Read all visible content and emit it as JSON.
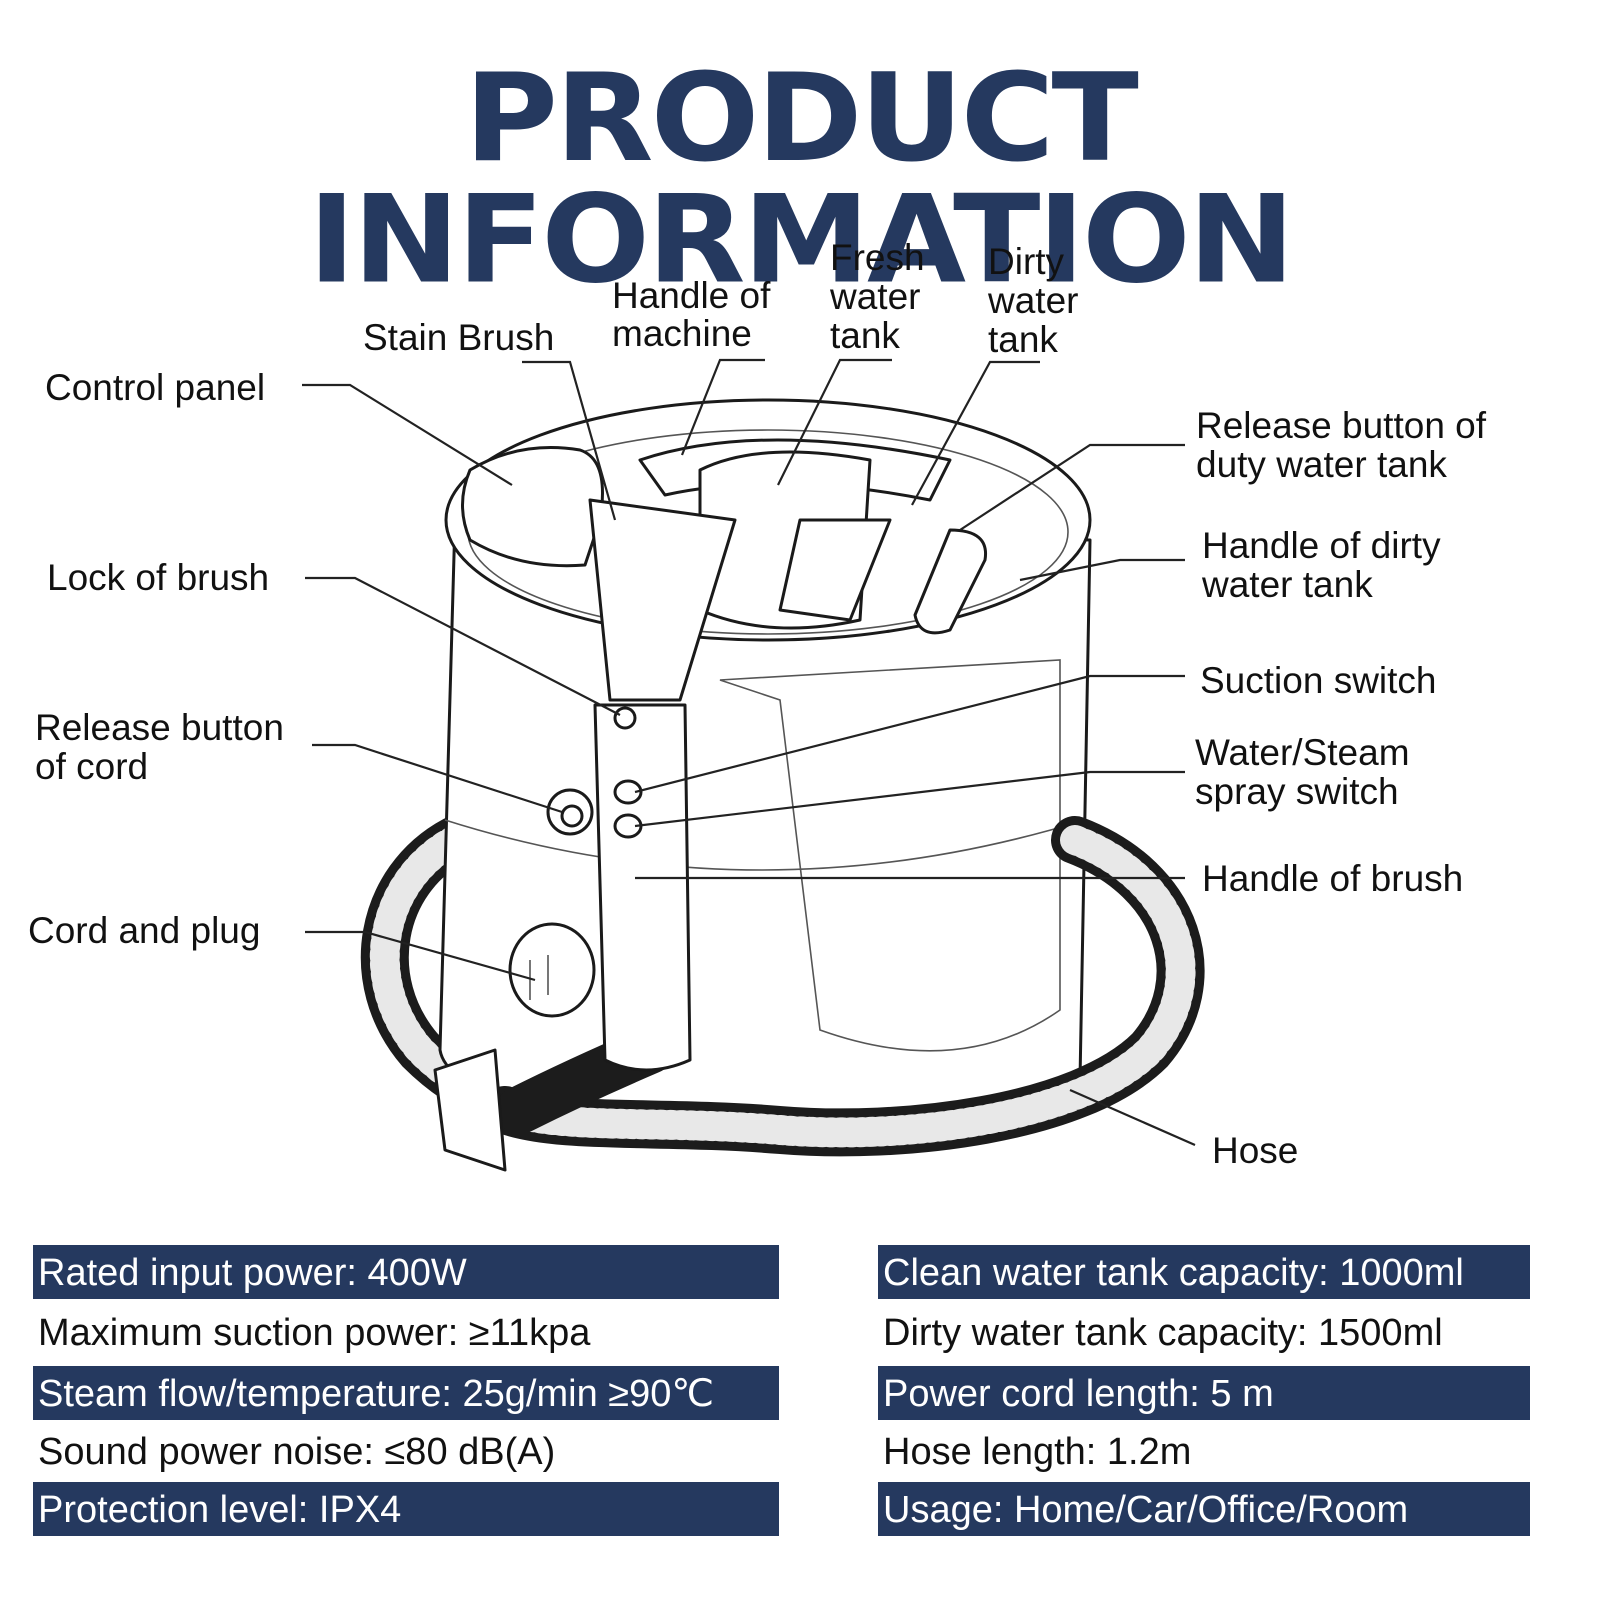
{
  "title": "PRODUCT INFORMATION",
  "labels": {
    "stain_brush": "Stain Brush",
    "handle_machine": [
      "Handle of",
      "machine"
    ],
    "fresh_tank": [
      "Fresh",
      "water",
      "tank"
    ],
    "dirty_tank": [
      "Dirty",
      "water",
      "tank"
    ],
    "control_panel": "Control panel",
    "release_dirty": [
      "Release button of",
      "duty water tank"
    ],
    "handle_dirty": [
      "Handle of dirty",
      "water tank"
    ],
    "lock_brush": "Lock of brush",
    "suction_switch": "Suction switch",
    "release_cord": [
      "Release button",
      "of cord"
    ],
    "water_steam": [
      "Water/Steam",
      "spray switch"
    ],
    "handle_brush": "Handle of brush",
    "cord_plug": "Cord and plug",
    "hose": "Hose"
  },
  "specs": {
    "left": [
      "Rated input power: 400W",
      "Maximum suction power: ≥11kpa",
      "Steam flow/temperature: 25g/min ≥90℃",
      "Sound power noise: ≤80 dB(A)",
      "Protection level: IPX4"
    ],
    "right": [
      "Clean water tank capacity: 1000ml",
      "Dirty water tank capacity: 1500ml",
      "Power cord length: 5 m",
      "Hose length: 1.2m",
      "Usage: Home/Car/Office/Room"
    ]
  },
  "colors": {
    "accent": "#25395f",
    "text": "#111111",
    "background": "#ffffff"
  }
}
